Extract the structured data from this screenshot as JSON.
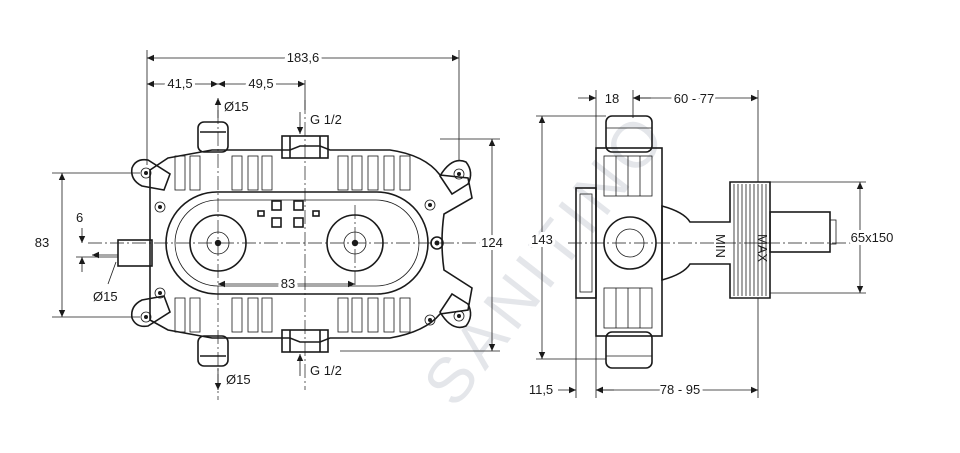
{
  "watermark": "SANITINO",
  "front_view": {
    "overall_width": "183,6",
    "offset_left": "41,5",
    "offset_center": "49,5",
    "outlet_top": "Ø15",
    "inlet_top": "G 1/2",
    "left_small": "6",
    "left_height": "83",
    "outlet_left": "Ø15",
    "axis_distance": "83",
    "outlet_bottom": "Ø15",
    "inlet_bottom": "G 1/2",
    "right_height": "124"
  },
  "side_view": {
    "top_small": "18",
    "top_range": "60 - 77",
    "height": "143",
    "flange_size": "65x150",
    "bottom_small": "11,5",
    "bottom_range": "78 - 95",
    "min_label": "MIN",
    "max_label": "MAX"
  }
}
